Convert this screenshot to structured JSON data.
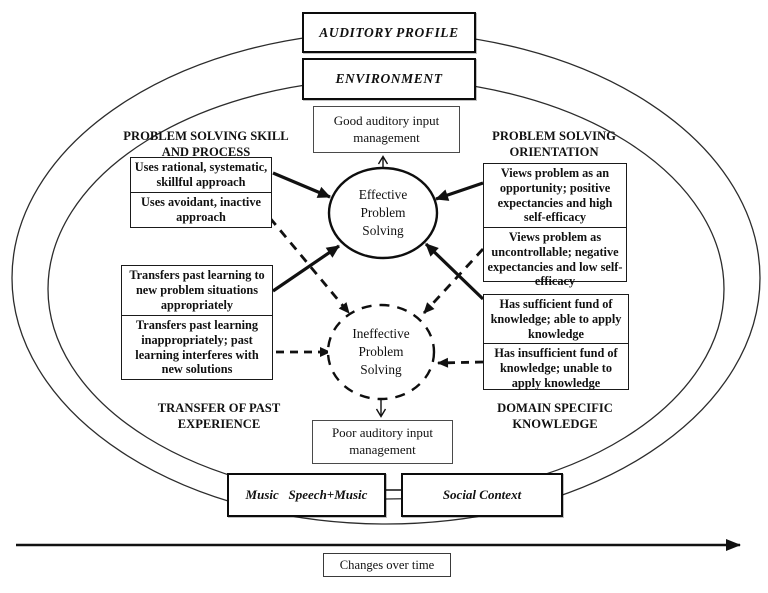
{
  "title_boxes": {
    "auditory_profile": "AUDITORY PROFILE",
    "environment": "ENVIRONMENT"
  },
  "outcomes": {
    "good": "Good auditory input management",
    "poor": "Poor auditory input management"
  },
  "circles": {
    "effective": "Effective Problem Solving",
    "ineffective": "Ineffective Problem Solving"
  },
  "sections": {
    "skill": {
      "heading": "PROBLEM SOLVING SKILL AND PROCESS",
      "positive": "Uses rational, systematic, skillful approach",
      "negative": "Uses avoidant, inactive approach"
    },
    "orientation": {
      "heading": "PROBLEM SOLVING ORIENTATION",
      "positive": "Views problem as an opportunity; positive expectancies and high self-efficacy",
      "negative": "Views problem as uncontrollable; negative expectancies and low self-efficacy"
    },
    "transfer": {
      "heading": "TRANSFER OF PAST EXPERIENCE",
      "positive": "Transfers past learning to new problem situations appropriately",
      "negative": "Transfers past learning inappropriately; past learning interferes with new solutions"
    },
    "knowledge": {
      "heading": "DOMAIN SPECIFIC KNOWLEDGE",
      "positive": "Has sufficient fund of knowledge; able to apply knowledge",
      "negative": "Has insufficient fund of knowledge; unable to apply knowledge"
    }
  },
  "context_boxes": {
    "music": "Music   Speech+Music",
    "social": "Social Context"
  },
  "timeline": {
    "label": "Changes over time"
  },
  "colors": {
    "line": "#1a1a1a"
  }
}
